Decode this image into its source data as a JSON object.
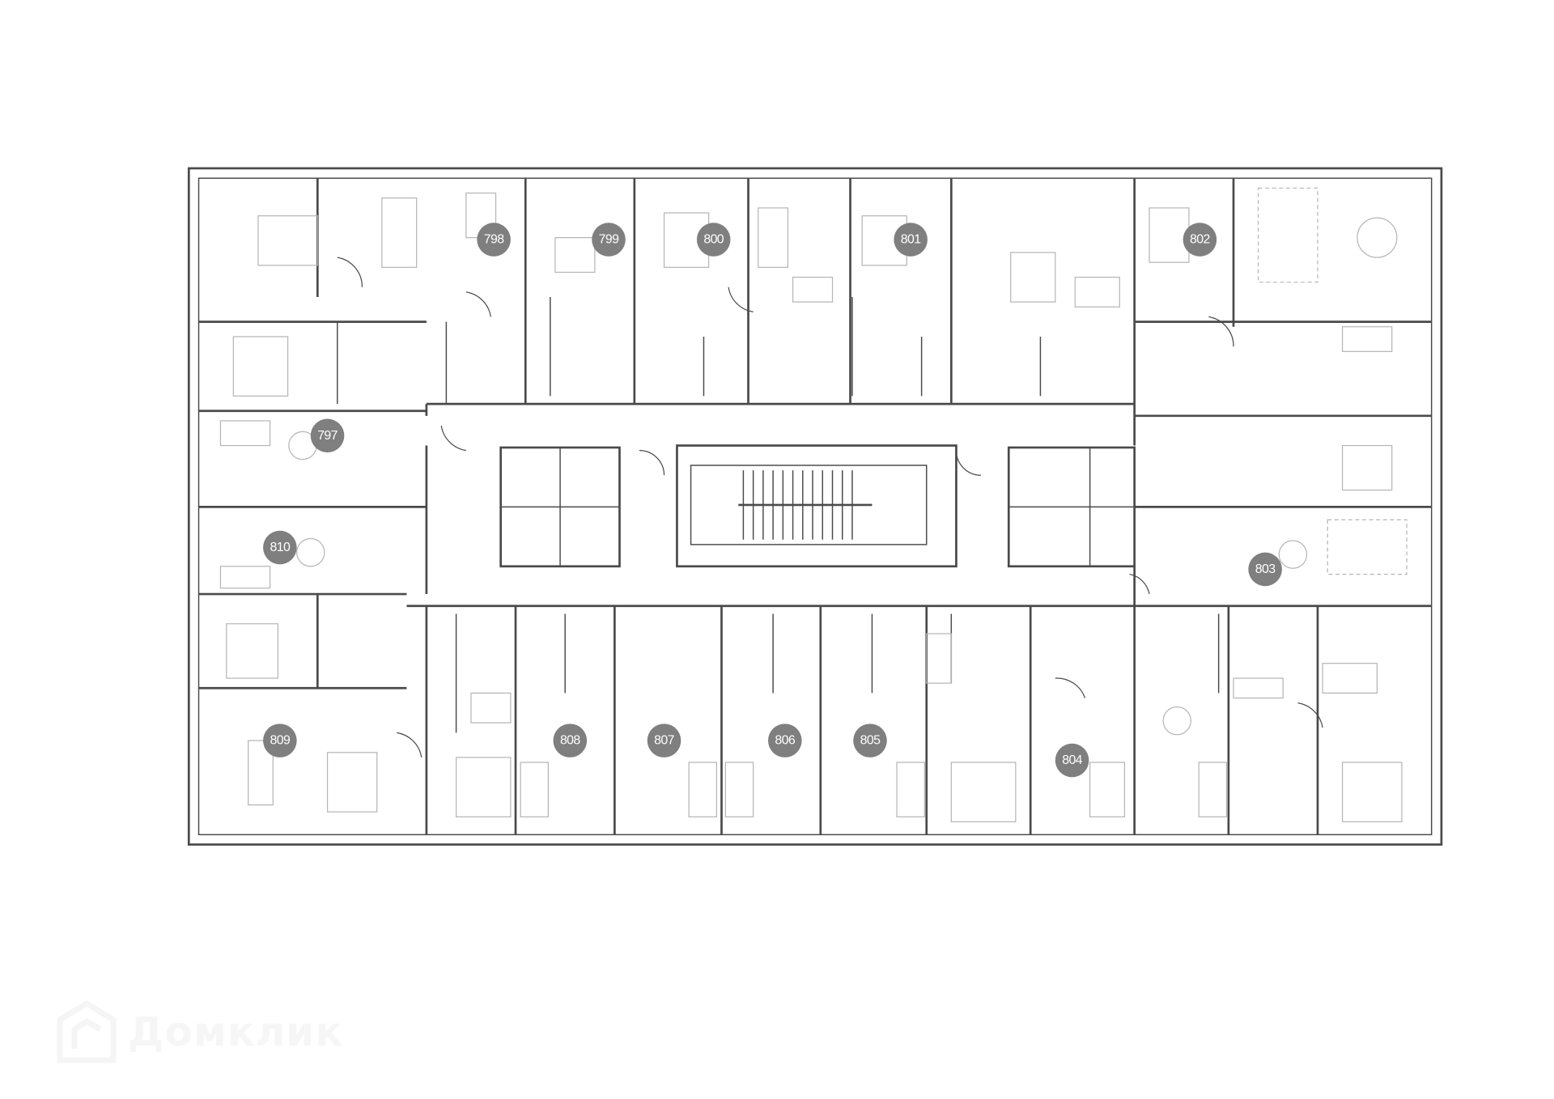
{
  "floor_plan": {
    "units": [
      "797",
      "798",
      "799",
      "800",
      "801",
      "802",
      "803",
      "804",
      "805",
      "806",
      "807",
      "808",
      "809",
      "810"
    ],
    "badge_color": "#7f7f7f",
    "wall_color": "#4a4a4a",
    "furniture_color": "#b5b5b5"
  },
  "watermark": {
    "text": "Домклик",
    "icon": "house-logo-icon"
  }
}
